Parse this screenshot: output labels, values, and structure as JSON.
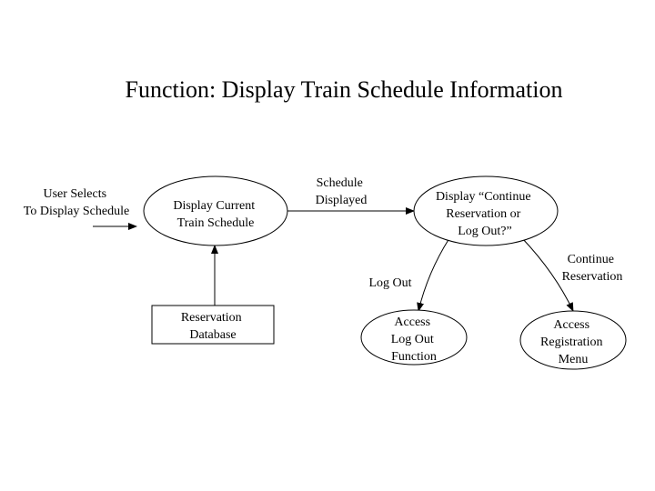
{
  "title": "Function: Display Train Schedule Information",
  "trigger": {
    "lines": [
      "User Selects",
      "To Display Schedule"
    ]
  },
  "process_display_schedule": {
    "lines": [
      "Display Current",
      "Train Schedule"
    ]
  },
  "flow_schedule_displayed": {
    "lines": [
      "Schedule",
      "Displayed"
    ]
  },
  "process_display_prompt": {
    "lines": [
      "Display “Continue",
      "Reservation or",
      "Log Out?”"
    ]
  },
  "store_reservation_db": {
    "lines": [
      "Reservation",
      "Database"
    ]
  },
  "flow_log_out": {
    "lines": [
      "Log Out"
    ]
  },
  "flow_continue_reservation": {
    "lines": [
      "Continue",
      "Reservation"
    ]
  },
  "process_access_logout": {
    "lines": [
      "Access",
      "Log Out",
      "Function"
    ]
  },
  "process_access_registration": {
    "lines": [
      "Access",
      "Registration",
      "Menu"
    ]
  },
  "colors": {
    "stroke": "#000000",
    "fill": "#ffffff",
    "text": "#000000"
  }
}
